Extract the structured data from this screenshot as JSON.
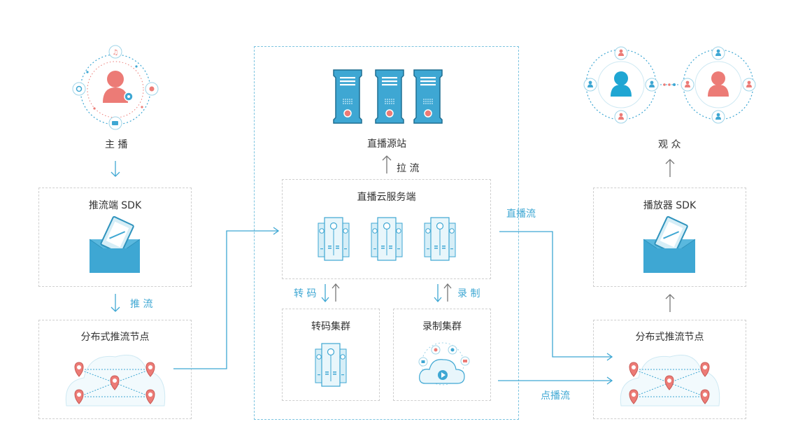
{
  "colors": {
    "accent": "#3ea7d3",
    "accent_light": "#bfe3f1",
    "coral": "#ec7b76",
    "gray": "#888888"
  },
  "anchor": {
    "label": "主 播"
  },
  "push_sdk": {
    "title": "推流端 SDK"
  },
  "push_action": {
    "label": "推 流"
  },
  "edge_left": {
    "title": "分布式推流节点"
  },
  "origin": {
    "label": "直播源站"
  },
  "pull": {
    "label": "拉 流"
  },
  "cloud_server": {
    "title": "直播云服务端"
  },
  "transcode": {
    "arrow_label": "转 码",
    "title": "转码集群"
  },
  "record": {
    "arrow_label": "录 制",
    "title": "录制集群"
  },
  "live_stream": {
    "label": "直播流"
  },
  "vod_stream": {
    "label": "点播流"
  },
  "audience": {
    "label": "观 众"
  },
  "player_sdk": {
    "title": "播放器 SDK"
  },
  "edge_right": {
    "title": "分布式推流节点"
  }
}
